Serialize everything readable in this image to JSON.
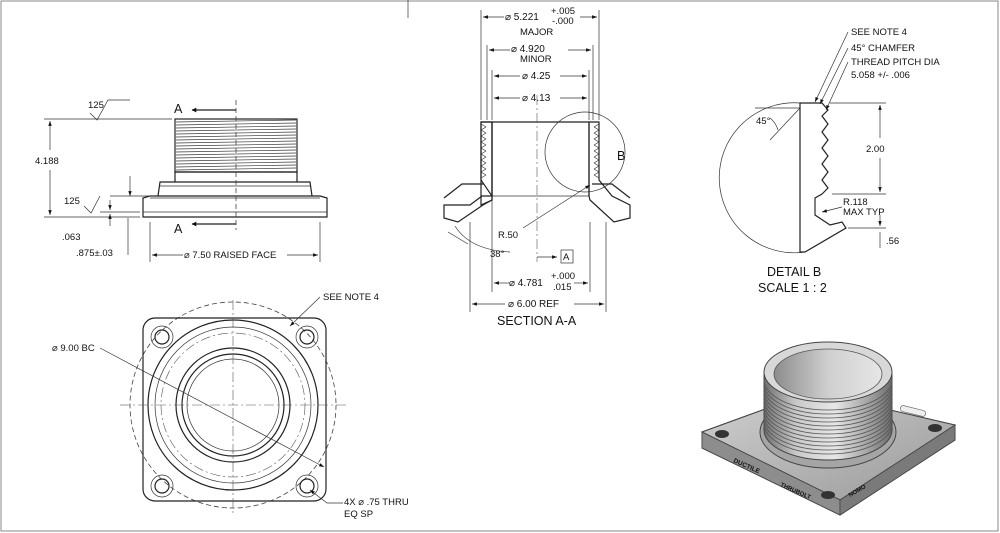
{
  "front_view": {
    "section_letter": "A",
    "finish_top": "125",
    "finish_bottom": "125",
    "height_dim": "4.188",
    "flange_thk_dim": ".063",
    "raised_dim": ".875±.03",
    "raised_face_dim": "⌀ 7.50 RAISED FACE"
  },
  "section_view": {
    "major_dim": "⌀ 5.221",
    "major_tol_upper": "+.005",
    "major_tol_lower": "-.000",
    "major_label": "MAJOR",
    "minor_dim": "⌀ 4.920",
    "minor_label": "MINOR",
    "bore1_dim": "⌀ 4.25",
    "bore2_dim": "⌀ 4.13",
    "radius_dim": "R.50",
    "angle_dim": "38°",
    "datum_label": "A",
    "detail_callout": "B",
    "pilot_dim": "⌀ 4.781",
    "pilot_tol_upper": "+.000",
    "pilot_tol_lower": ".015",
    "ref_dim": "⌀ 6.00 REF",
    "title": "SECTION A-A"
  },
  "detail_view": {
    "note1": "SEE NOTE 4",
    "note2": "45° CHAMFER",
    "note3": "THREAD PITCH DIA",
    "note4": "5.058 +/- .006",
    "angle": "45°",
    "length_dim": "2.00",
    "radius_note": "R.118",
    "radius_note2": "MAX TYP",
    "depth_dim": ".56",
    "title": "DETAIL B",
    "scale": "SCALE 1 : 2"
  },
  "top_view": {
    "see_note": "SEE NOTE 4",
    "bc_dim": "⌀ 9.00 BC",
    "holes_line1": "4X ⌀ .75 THRU",
    "holes_line2": "EQ SP"
  },
  "iso_view": {
    "stamp1": "DUCTILE",
    "stamp2": "THRUBOLT",
    "stamp3": "NOMO"
  }
}
